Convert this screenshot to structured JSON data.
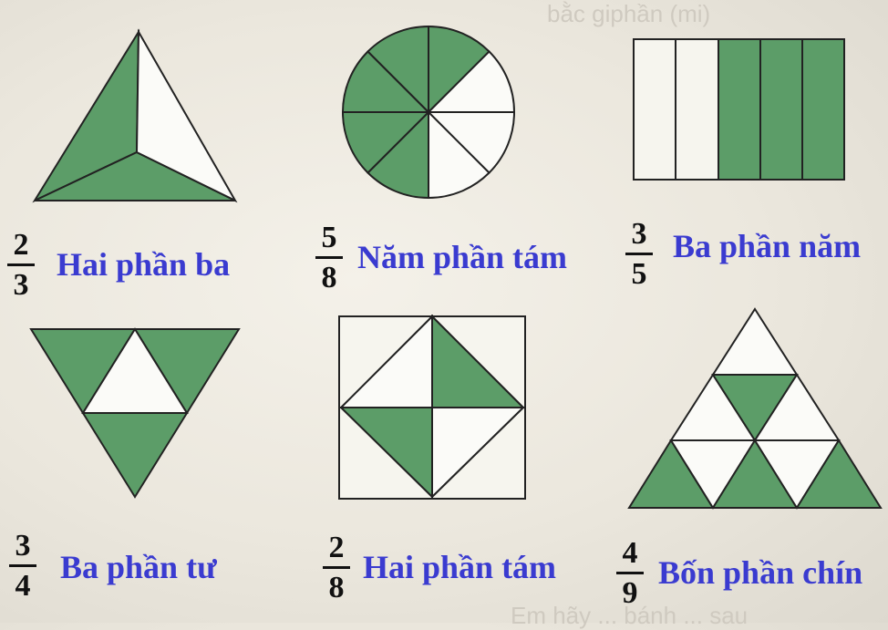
{
  "colors": {
    "fill": "#5c9d68",
    "empty": "#fbfbf8",
    "stroke": "#222222",
    "label": "#3a3bd0"
  },
  "items": [
    {
      "num": "2",
      "den": "3",
      "label": "Hai phần ba"
    },
    {
      "num": "5",
      "den": "8",
      "label": "Năm phần tám"
    },
    {
      "num": "3",
      "den": "5",
      "label": "Ba phần năm"
    },
    {
      "num": "3",
      "den": "4",
      "label": "Ba phần tư"
    },
    {
      "num": "2",
      "den": "8",
      "label": "Hai phần tám"
    },
    {
      "num": "4",
      "den": "9",
      "label": "Bốn phần chín"
    }
  ]
}
